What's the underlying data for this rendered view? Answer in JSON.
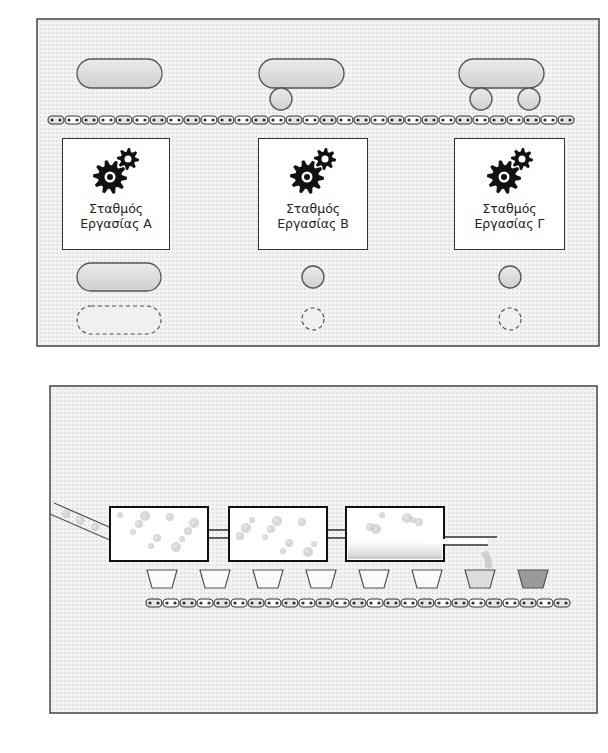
{
  "diagram": {
    "nodes": [
      {
        "text": [
          "Σταθμός Εργασίας Α"
        ]
      },
      {
        "text": [
          "Σταθμός Εργασίας Β"
        ]
      },
      {
        "text": [
          "Σταθμός Εργασίας Γ"
        ]
      }
    ]
  }
}
